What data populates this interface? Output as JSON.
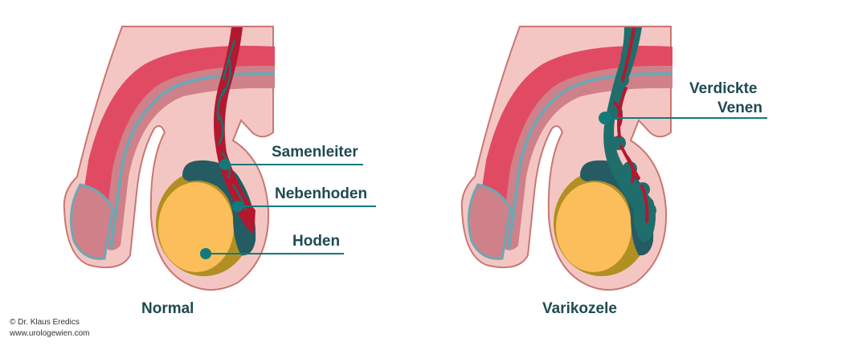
{
  "colors": {
    "skin": "#f4c6c3",
    "skin_outline": "#c97774",
    "corpus_red": "#e04b63",
    "corpus_inner": "#d08088",
    "urethra": "#6da7b4",
    "testis": "#fbbe5a",
    "tunica": "#b28f22",
    "epididymis": "#255b62",
    "vein_red": "#b3182f",
    "vein_teal": "#1f6e6c",
    "pointer": "#137a7c",
    "text": "#1e4a52"
  },
  "left_panel": {
    "caption": "Normal",
    "labels": {
      "samenleiter": "Samenleiter",
      "nebenhoden": "Nebenhoden",
      "hoden": "Hoden"
    }
  },
  "right_panel": {
    "caption": "Varikozele",
    "labels": {
      "verdickte_line1": "Verdickte",
      "verdickte_line2": "Venen"
    }
  },
  "credit": {
    "line1": "© Dr. Klaus Eredics",
    "line2": "www.urologewien.com"
  }
}
